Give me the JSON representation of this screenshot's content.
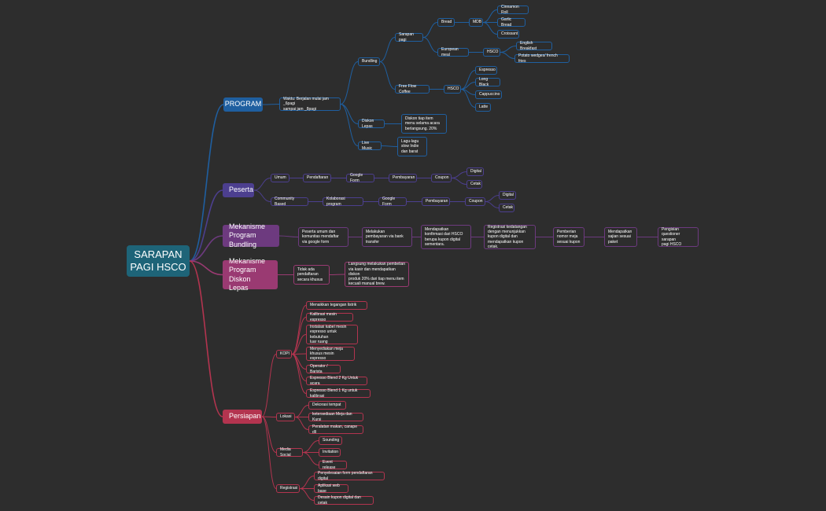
{
  "colors": {
    "background": "#2d2d2d",
    "root": "#1e6478",
    "program": "#1f5fa0",
    "peserta": "#4c3f8f",
    "bundling": "#6d3a7f",
    "diskon": "#9a3a72",
    "persiapan": "#b3344f"
  },
  "root": {
    "label": "SARAPAN\nPAGI HSCO"
  },
  "branches": {
    "program": {
      "label": "PROGRAM"
    },
    "peserta": {
      "label": "Peserta"
    },
    "bundling": {
      "label": "Mekanisme\nProgram Bundling"
    },
    "diskon": {
      "label": "Mekanisme\nProgram\nDiskon Lepas"
    },
    "persiapan": {
      "label": "Persiapan"
    }
  },
  "program": {
    "waktu": "Waktu: Berjalan mulai jam _6pagi\nsampai jam _8pagi",
    "bundling": "Bundling",
    "sarapan_pagi": "Sarapan pagi",
    "bread": "Bread",
    "mdb": "MDB",
    "cinnamon_roll": "Cinnamon Roll",
    "garlic_bread": "Garlic Bread",
    "croissant": "Croissant",
    "european_meal": "European meal",
    "hsco_meal": "HSCO",
    "english_breakfast": "English Breakfast",
    "potato_wedges": "Potato wedges/ french fries",
    "free_flow_coffee": "Free Flow Coffee",
    "hsco_coffee": "HSCO",
    "espresso": "Espresso",
    "long_black": "Long Black",
    "cappuccino": "Cappuccino",
    "latte": "Latte",
    "diskon_lepas": "Diskon Lepas",
    "diskon_detail": "Diskon tiap item\nmenu selama acara\nberlangsung. 20%",
    "live_music": "Live Music",
    "live_music_detail": "Lagu-lagu\nslow Indie\ndan barat"
  },
  "peserta": {
    "umum": "Umum",
    "umum_pendaftaran": "Pendaftaran",
    "umum_google_form": "Google Form",
    "umum_pembayaran": "Pembayaran",
    "umum_coupon": "Coupon",
    "umum_digital": "Digital",
    "umum_cetak": "Cetak",
    "community": "Community Based",
    "community_kolaborasi": "Kolaborasi program",
    "community_google_form": "Google Form",
    "community_pembayaran": "Pembayaran",
    "community_coupon": "Coupon",
    "community_digital": "Digital",
    "community_cetak": "Cetak"
  },
  "bundling_steps": [
    "Peserta umum dan\nkomunitas mendaftar\nvia google form",
    "Melakukan\npembayaran via bank\ntransfer",
    "Mendapatkan\nkonfirmasi dari HSCO\nberupa kupon digital\nsementara.",
    "Registrasi kedatangan\ndengan menunjukkan\nkupon digital dan\nmendapatkan kupon cetak.",
    "Pemberian\nnomor meja\nsesuai kupon",
    "Mendapatkan\nsajian sesuai\npaket",
    "Pengisian\nquestioner sarapan\npagi HSCO"
  ],
  "diskon": {
    "step1": "Tidak ada\npendaftaran\nsecara khusus",
    "step2": "Langsung melakukan pembelian\nvia kasir dan mendapatkan diskon\nproduk 20% dari tiap menu item\nkecuali manual brew."
  },
  "persiapan": {
    "kopi": {
      "label": "KOPI",
      "items": [
        "Menaikkan tegangan listrik",
        "Kalibrasi mesin espresso",
        "Instalasi kabel mesin\nespresso untuk kebutuhan\nluar ruang",
        "Menyediakan meja\nkhusus mesin espresso",
        "Operator / Barista",
        "Espresso Blend 2 Kg Untuk acara",
        "Espresso Blend 1 Kg untuk kalibrasi"
      ]
    },
    "lokasi": {
      "label": "Lokasi",
      "items": [
        "Dekorasi tempat",
        "ketersediaan Meja dan Kursi",
        "Peralatan makan, canape dll"
      ]
    },
    "media_social": {
      "label": "Media Social",
      "items": [
        "Sounding",
        "Invitation",
        "Event release"
      ]
    },
    "registrasi": {
      "label": "Registrasi",
      "items": [
        "Penyelesaian form pendaftaran digital",
        "Aplikasi web base",
        "Desain kupon digital dan cetak"
      ]
    }
  }
}
